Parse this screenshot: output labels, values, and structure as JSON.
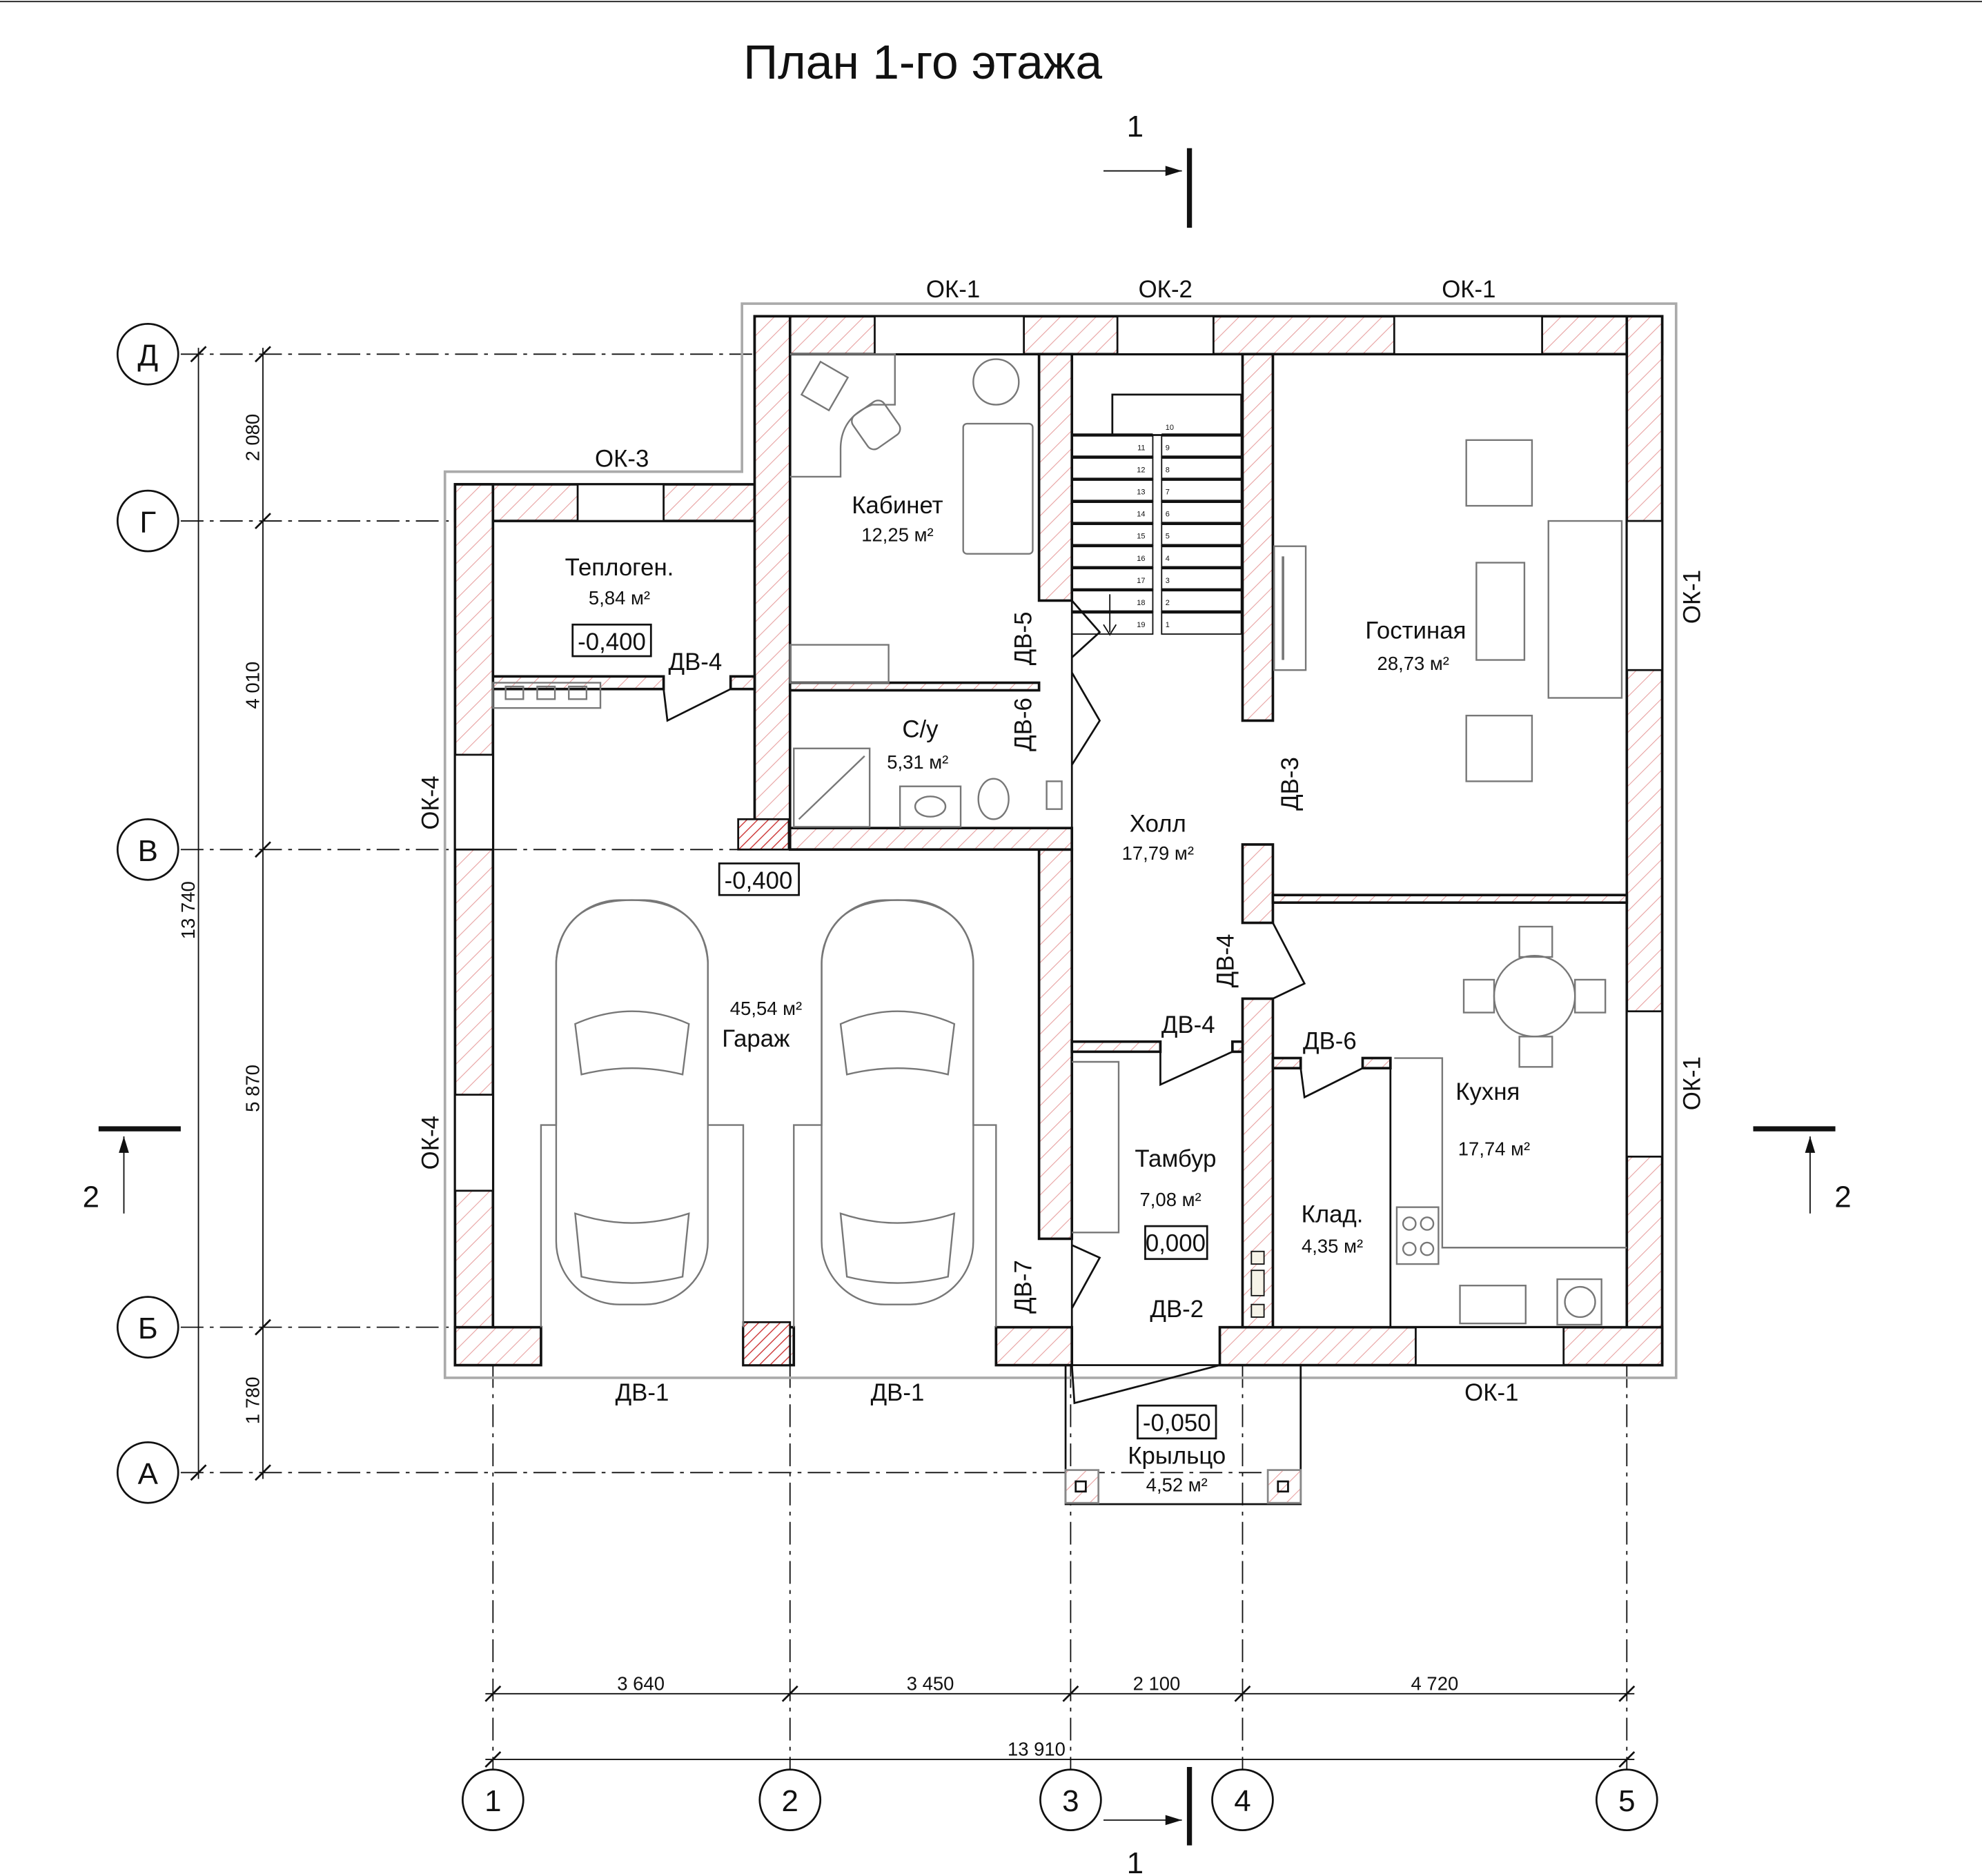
{
  "title": "План 1-го этажа",
  "accent_colors": {
    "wall_hatch": "#e8a0a0",
    "line": "#111111",
    "furniture": "#777777"
  },
  "section_marks": {
    "top": "1",
    "bottom": "1",
    "left": "2",
    "right": "2"
  },
  "axes": {
    "columns": [
      "1",
      "2",
      "3",
      "4",
      "5"
    ],
    "rows": [
      "Д",
      "Г",
      "В",
      "Б",
      "А"
    ]
  },
  "dimensions": {
    "left": [
      "2 080",
      "4 010",
      "5 870",
      "1 780"
    ],
    "left_total": "13 740",
    "bottom": [
      "3 640",
      "3 450",
      "2 100",
      "4 720"
    ],
    "bottom_total": "13 910"
  },
  "windows": {
    "top_1": "ОК-1",
    "top_2": "ОК-2",
    "top_3": "ОК-1",
    "garage_top": "ОК-3",
    "left_1": "ОК-4",
    "left_2": "ОК-4",
    "right_1": "ОК-1",
    "right_2": "ОК-1",
    "bottom": "ОК-1"
  },
  "doors": {
    "dv5": "ДВ-5",
    "dv6_wc": "ДВ-6",
    "dv4_boiler": "ДВ-4",
    "dv3": "ДВ-3",
    "dv4_hall": "ДВ-4",
    "dv4_tambur": "ДВ-4",
    "dv6_pantry": "ДВ-6",
    "dv7": "ДВ-7",
    "dv2": "ДВ-2",
    "dv1_a": "ДВ-1",
    "dv1_b": "ДВ-1"
  },
  "rooms": {
    "cabinet": {
      "name": "Кабинет",
      "area": "12,25 м²"
    },
    "boiler": {
      "name": "Теплоген.",
      "area": "5,84 м²",
      "level": "-0,400"
    },
    "wc": {
      "name": "С/у",
      "area": "5,31 м²"
    },
    "living": {
      "name": "Гостиная",
      "area": "28,73 м²"
    },
    "hall": {
      "name": "Холл",
      "area": "17,79 м²"
    },
    "garage": {
      "name": "Гараж",
      "area": "45,54 м²",
      "level": "-0,400"
    },
    "tambur": {
      "name": "Тамбур",
      "area": "7,08 м²",
      "level": "0,000"
    },
    "pantry": {
      "name": "Клад.",
      "area": "4,35 м²"
    },
    "kitchen": {
      "name": "Кухня",
      "area": "17,74 м²"
    },
    "porch": {
      "name": "Крыльцо",
      "area": "4,52 м²",
      "level": "-0,050"
    }
  },
  "stairs": {
    "left_flight": [
      "11",
      "12",
      "13",
      "14",
      "15",
      "16",
      "17",
      "18",
      "19"
    ],
    "right_flight": [
      "9",
      "8",
      "7",
      "6",
      "5",
      "4",
      "3",
      "2",
      "1"
    ],
    "landing": "10"
  }
}
